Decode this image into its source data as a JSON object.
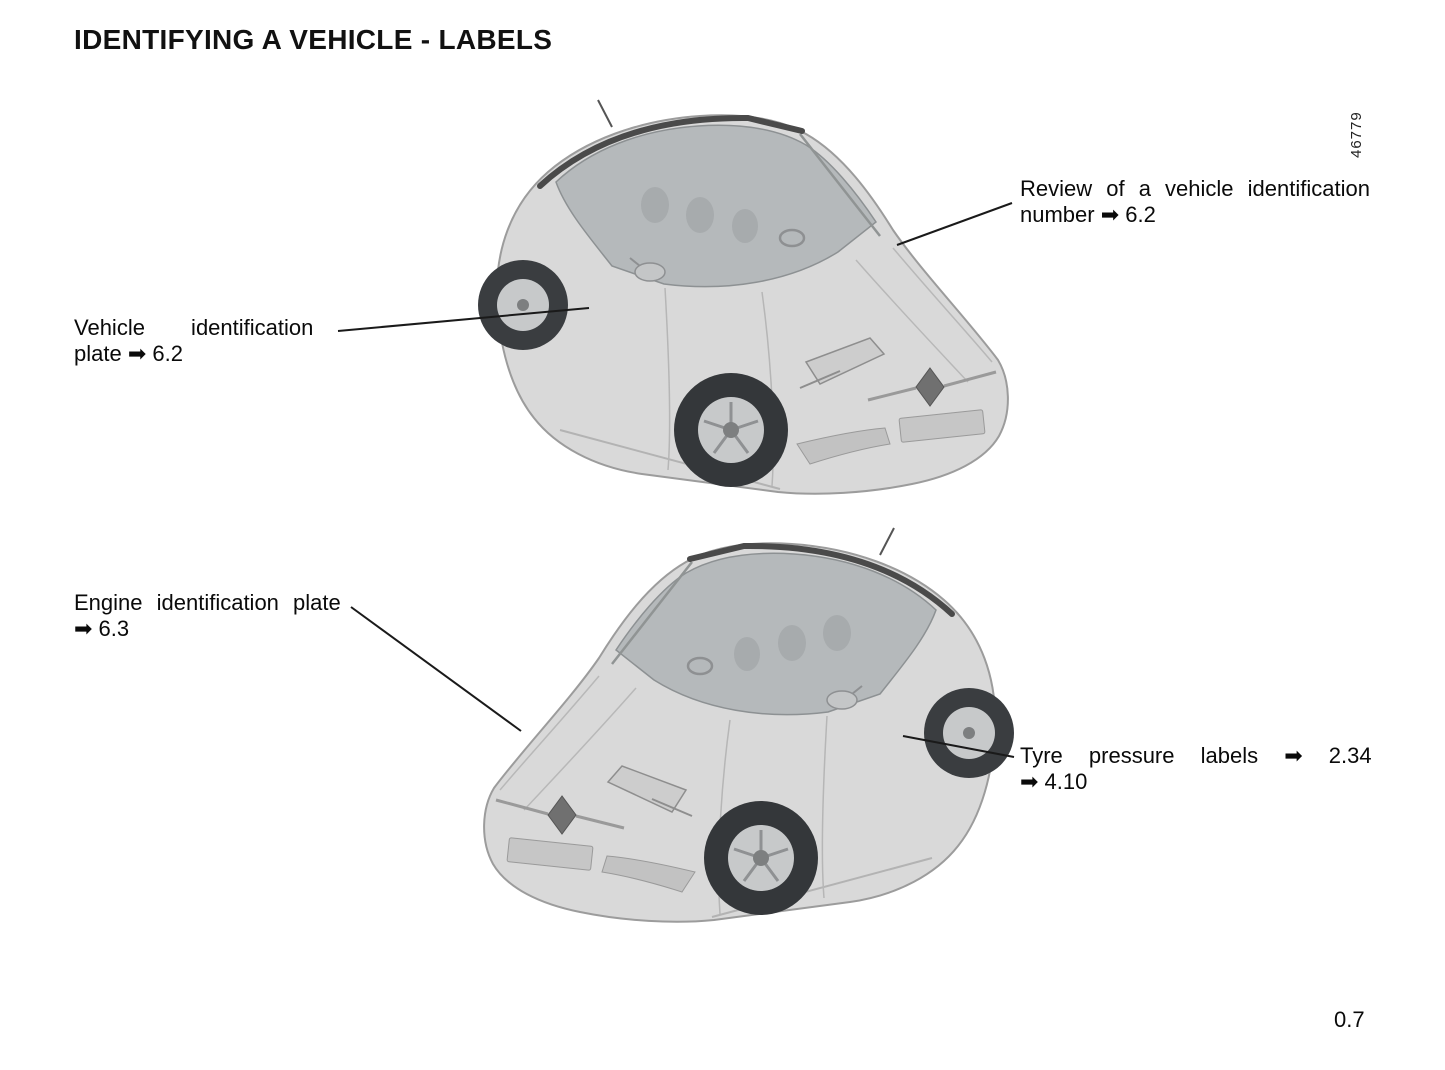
{
  "page": {
    "title": "IDENTIFYING A VEHICLE - LABELS",
    "figure_number": "46779",
    "page_number": "0.7"
  },
  "callouts": {
    "vin_review": {
      "line1": "Review of a vehicle identification",
      "line2": "number ➡ 6.2"
    },
    "vin_plate": {
      "line1": "Vehicle identification",
      "line2": "plate ➡ 6.2"
    },
    "engine_plate": {
      "line1": "Engine identification plate",
      "line2": "➡ 6.3"
    },
    "tyre_pressure": {
      "line1": "Tyre pressure labels ➡ 2.34",
      "line2": "➡ 4.10"
    }
  },
  "illustrations": {
    "top": {
      "description": "vehicle front three-quarter view from right"
    },
    "bottom": {
      "description": "vehicle front three-quarter view from left"
    }
  },
  "colors": {
    "text": "#0a0a0a",
    "car_body": "#d9d9d9",
    "car_glass": "#b5b9bb",
    "roof_rail": "#4a4a4a",
    "callout_line": "#1a1a1a"
  }
}
